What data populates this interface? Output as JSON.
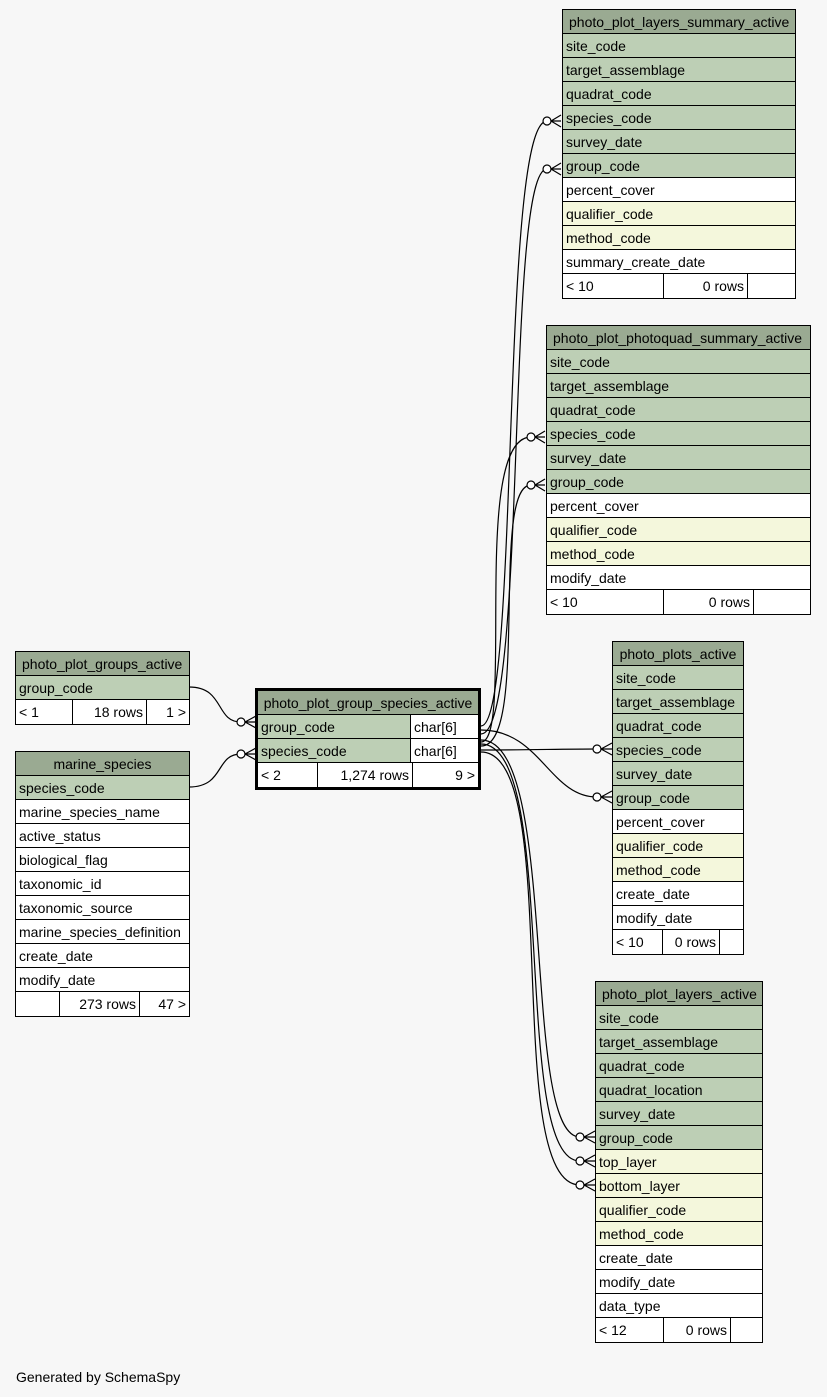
{
  "footer": "Generated by SchemaSpy",
  "tables": {
    "summary_active": {
      "title": "photo_plot_layers_summary_active",
      "columns": [
        "site_code",
        "target_assemblage",
        "quadrat_code",
        "species_code",
        "survey_date",
        "group_code",
        "percent_cover",
        "qualifier_code",
        "method_code",
        "summary_create_date"
      ],
      "parents": "< 10",
      "rows": "0 rows",
      "children": ""
    },
    "photoquad": {
      "title": "photo_plot_photoquad_summary_active",
      "columns": [
        "site_code",
        "target_assemblage",
        "quadrat_code",
        "species_code",
        "survey_date",
        "group_code",
        "percent_cover",
        "qualifier_code",
        "method_code",
        "modify_date"
      ],
      "parents": "< 10",
      "rows": "0 rows",
      "children": ""
    },
    "groups": {
      "title": "photo_plot_groups_active",
      "columns": [
        "group_code"
      ],
      "parents": "< 1",
      "rows": "18 rows",
      "children": "1 >"
    },
    "group_species": {
      "title": "photo_plot_group_species_active",
      "columns": [
        "group_code",
        "species_code"
      ],
      "types": [
        "char[6]",
        "char[6]"
      ],
      "parents": "< 2",
      "rows": "1,274 rows",
      "children": "9 >"
    },
    "marine_species": {
      "title": "marine_species",
      "columns": [
        "species_code",
        "marine_species_name",
        "active_status",
        "biological_flag",
        "taxonomic_id",
        "taxonomic_source",
        "marine_species_definition",
        "create_date",
        "modify_date"
      ],
      "parents": "",
      "rows": "273 rows",
      "children": "47 >"
    },
    "plots": {
      "title": "photo_plots_active",
      "columns": [
        "site_code",
        "target_assemblage",
        "quadrat_code",
        "species_code",
        "survey_date",
        "group_code",
        "percent_cover",
        "qualifier_code",
        "method_code",
        "create_date",
        "modify_date"
      ],
      "parents": "< 10",
      "rows": "0 rows",
      "children": ""
    },
    "layers": {
      "title": "photo_plot_layers_active",
      "columns": [
        "site_code",
        "target_assemblage",
        "quadrat_code",
        "quadrat_location",
        "survey_date",
        "group_code",
        "top_layer",
        "bottom_layer",
        "qualifier_code",
        "method_code",
        "create_date",
        "modify_date",
        "data_type"
      ],
      "parents": "< 12",
      "rows": "0 rows",
      "children": ""
    }
  },
  "colors": {
    "header": "#9aaa92",
    "key_column": "#bdcfb5",
    "fk_column": "#f4f7dc",
    "plain_column": "#ffffff",
    "background": "#f7f7f7"
  }
}
